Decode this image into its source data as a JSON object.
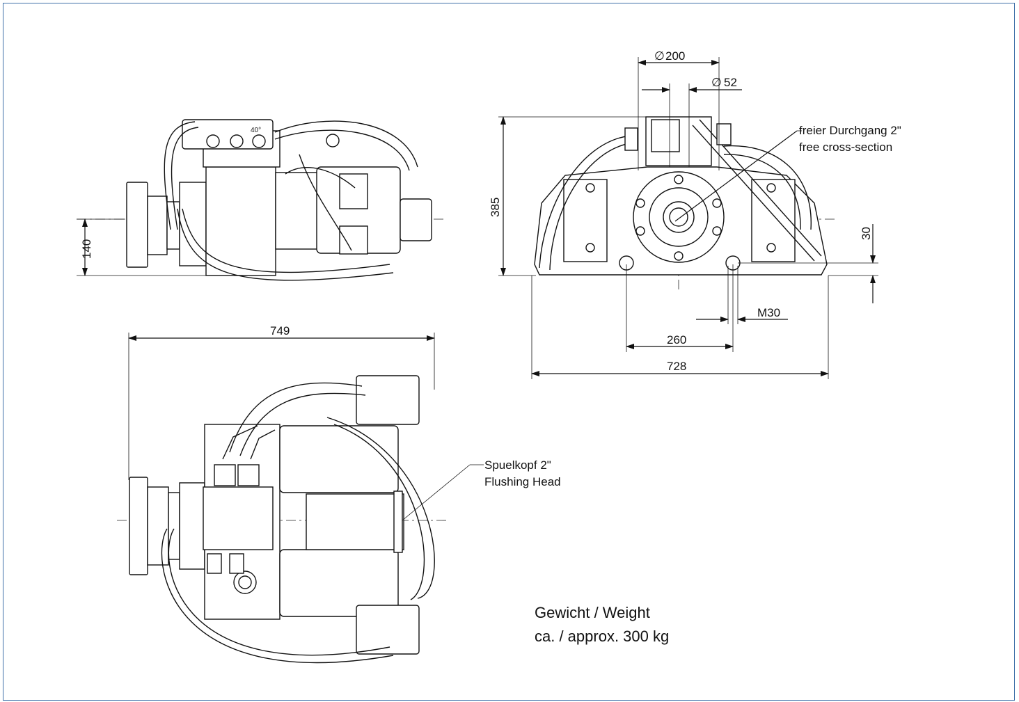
{
  "dimensions": {
    "height_total": "385",
    "axis_height": "140",
    "dia_outer": "200",
    "dia_bore": "52",
    "foot_height": "30",
    "thread": "M30",
    "bolt_spacing": "260",
    "base_width": "728",
    "overall_length": "749"
  },
  "symbols": {
    "diameter": "∅"
  },
  "notes": {
    "free_passage_de": "freier Durchgang 2\"",
    "free_passage_en": "free cross-section",
    "flushing_de": "Spuelkopf 2\"",
    "flushing_en": "Flushing Head"
  },
  "valve_label": "40°",
  "weight": {
    "line1": "Gewicht / Weight",
    "line2": "ca. / approx. 300 kg"
  }
}
